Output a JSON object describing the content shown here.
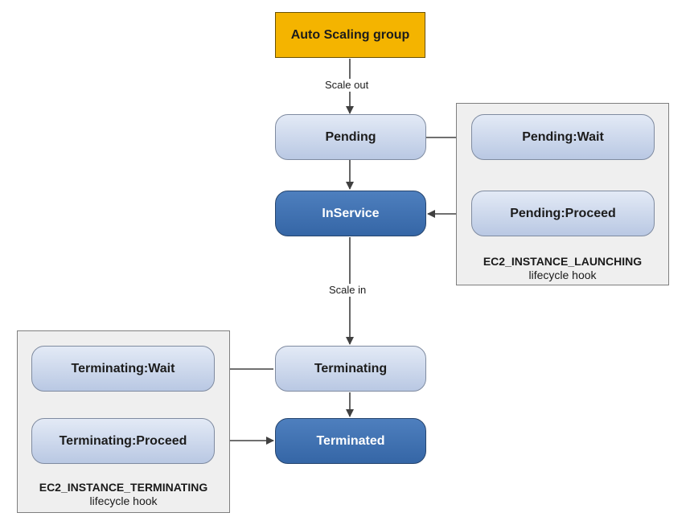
{
  "diagram": {
    "nodes": {
      "asg": "Auto Scaling group",
      "pending": "Pending",
      "pending_wait": "Pending:Wait",
      "pending_proceed": "Pending:Proceed",
      "inservice": "InService",
      "terminating": "Terminating",
      "terminating_wait": "Terminating:Wait",
      "terminating_proceed": "Terminating:Proceed",
      "terminated": "Terminated"
    },
    "edge_labels": {
      "scale_out": "Scale out",
      "scale_in": "Scale in"
    },
    "hooks": {
      "launching": {
        "name": "EC2_INSTANCE_LAUNCHING",
        "type": "lifecycle hook"
      },
      "terminating": {
        "name": "EC2_INSTANCE_TERMINATING",
        "type": "lifecycle hook"
      }
    },
    "colors": {
      "asg_fill": "#f4b400",
      "state_light": "#c9d6ec",
      "state_dark": "#3f71b2",
      "hook_box": "#efefef",
      "arrow": "#404040"
    }
  }
}
